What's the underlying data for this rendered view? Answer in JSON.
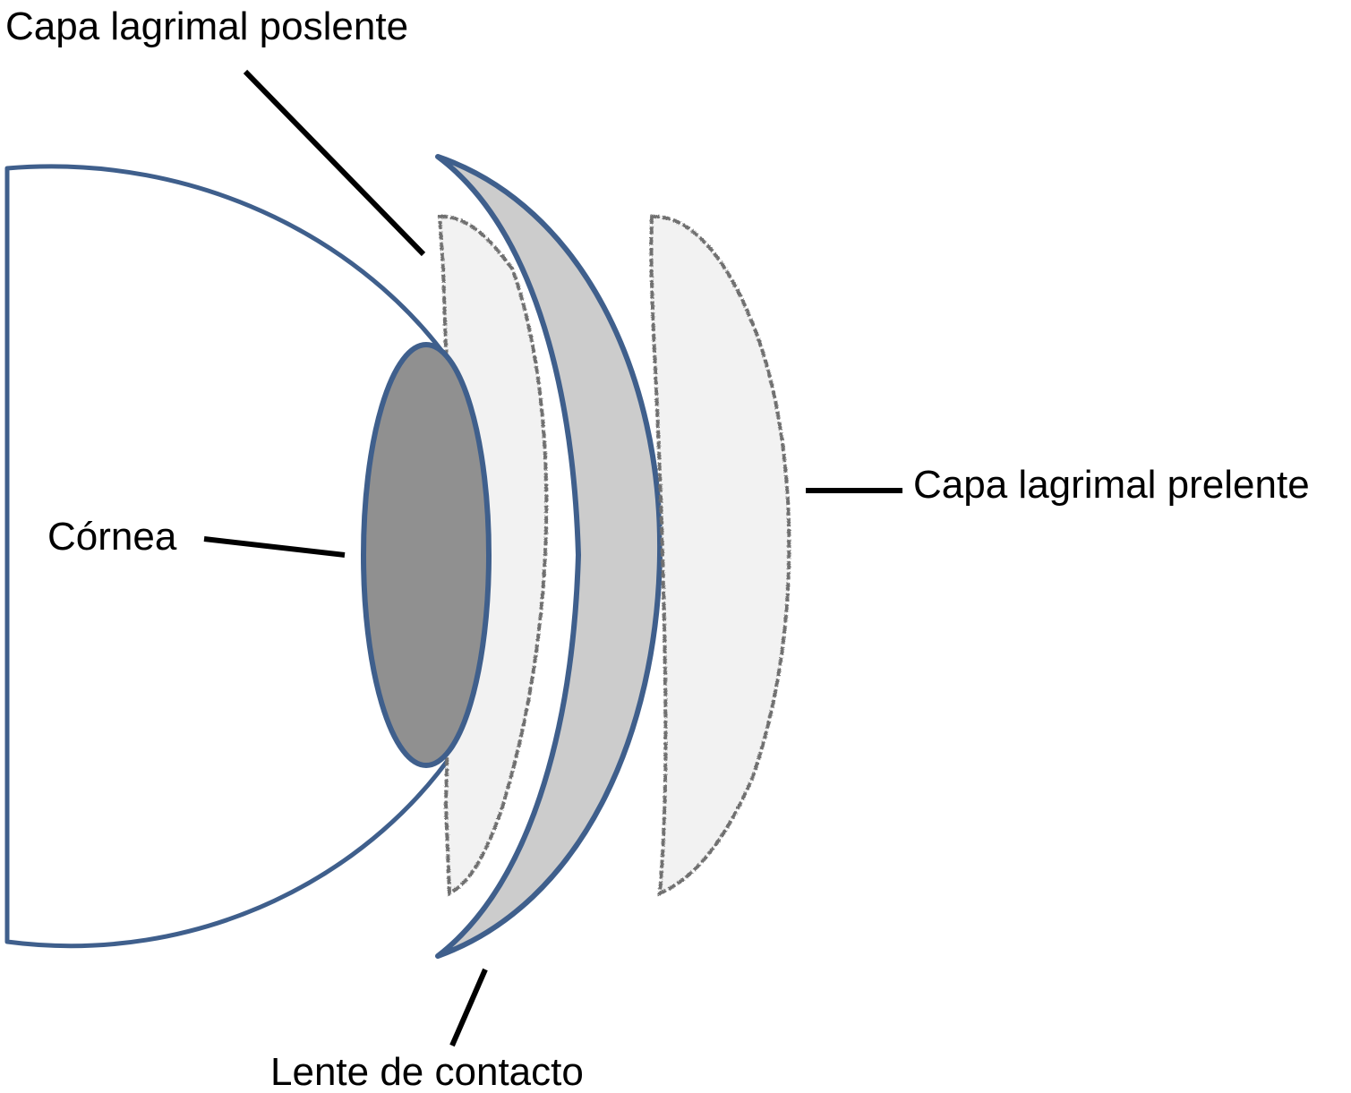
{
  "labels": {
    "post_lens_tear_layer": "Capa lagrimal poslente",
    "pre_lens_tear_layer": "Capa lagrimal prelente",
    "cornea": "Córnea",
    "contact_lens": "Lente de contacto"
  },
  "colors": {
    "outline_blue": "#3f5f8c",
    "cornea_fill": "#909090",
    "lens_fill": "#cccccc",
    "tear_fill": "#f2f2f2",
    "tear_outline": "#707070",
    "leader_line": "#000000",
    "text": "#000000"
  }
}
